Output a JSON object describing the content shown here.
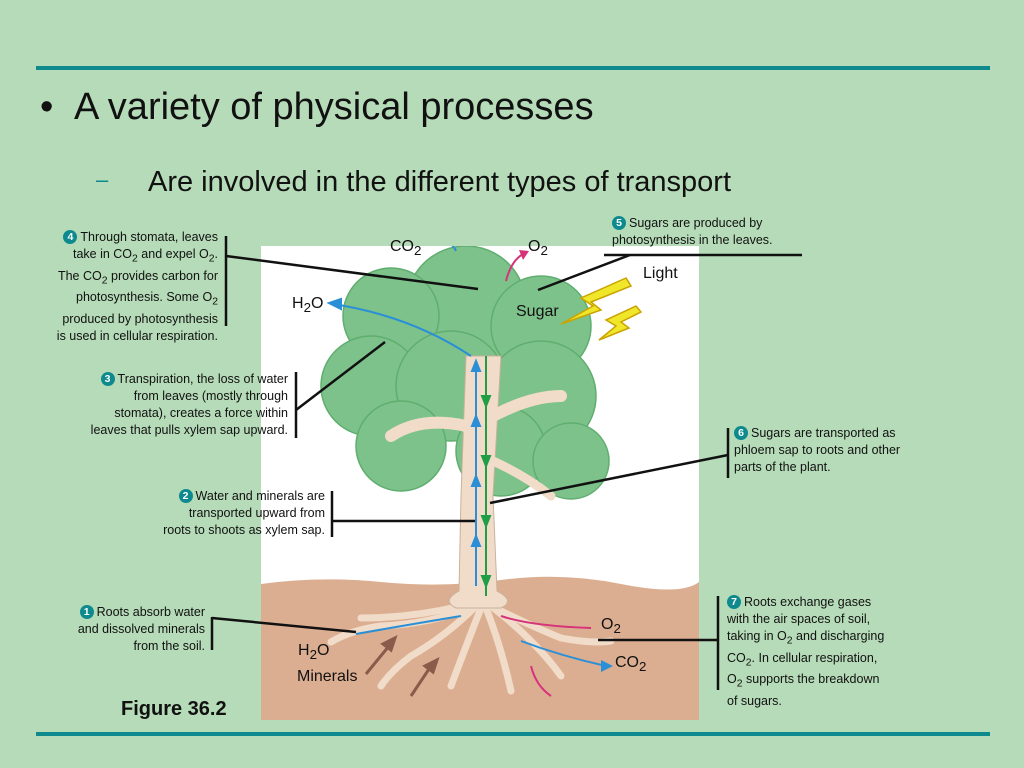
{
  "slide": {
    "bullet": "A variety of physical processes",
    "sub_bullet": "Are involved in the different types of transport",
    "bullet_glyph": "•",
    "sub_glyph": "–",
    "caption": "Figure 36.2"
  },
  "notes": {
    "n1": {
      "num": "1",
      "lines": [
        "Roots absorb water",
        "and dissolved minerals",
        "from the soil."
      ]
    },
    "n2": {
      "num": "2",
      "lines": [
        "Water and minerals are",
        "transported upward from",
        "roots to shoots as xylem sap."
      ]
    },
    "n3": {
      "num": "3",
      "lines": [
        "Transpiration, the loss of water",
        "from leaves (mostly through",
        "stomata), creates a force within",
        "leaves that pulls xylem sap upward."
      ]
    },
    "n4": {
      "num": "4",
      "l1": "Through stomata, leaves",
      "l2a": "take in CO",
      "l2b": "2",
      "l2c": " and expel O",
      "l2d": "2",
      "l2e": ".",
      "l3a": "The CO",
      "l3b": "2",
      "l3c": " provides carbon for",
      "l4": "photosynthesis. Some O",
      "l4s": "2",
      "l5": "produced by photosynthesis",
      "l6": "is used in cellular respiration."
    },
    "n5": {
      "num": "5",
      "lines": [
        "Sugars are produced by",
        "photosynthesis in the leaves."
      ]
    },
    "n6": {
      "num": "6",
      "lines": [
        "Sugars are transported as",
        "phloem sap to roots and other",
        "parts of the plant."
      ]
    },
    "n7": {
      "num": "7",
      "l1": "Roots exchange gases",
      "l2": "with the air spaces of soil,",
      "l3a": "taking in O",
      "l3b": "2",
      "l3c": " and discharging",
      "l4a": "CO",
      "l4b": "2",
      "l4c": ". In cellular respiration,",
      "l5a": "O",
      "l5b": "2",
      "l5c": " supports the breakdown",
      "l6": "of sugars."
    }
  },
  "labels": {
    "co2_top": {
      "main": "CO",
      "sub": "2"
    },
    "o2_top": {
      "main": "O",
      "sub": "2"
    },
    "h2o_top": {
      "a": "H",
      "sub": "2",
      "b": "O"
    },
    "light": "Light",
    "sugar": "Sugar",
    "o2_bottom": {
      "main": "O",
      "sub": "2"
    },
    "co2_bottom": {
      "main": "CO",
      "sub": "2"
    },
    "h2o_bottom": {
      "a": "H",
      "sub": "2",
      "b": "O"
    },
    "minerals": "Minerals"
  },
  "colors": {
    "background": "#b6dbb8",
    "rule": "#0e8a8e",
    "badge": "#0e8a8e",
    "xylem_arrow": "#2a8fd6",
    "phloem_arrow": "#1f9e46",
    "o2_arrow": "#d6337a",
    "light_bolt": "#f0e62a",
    "soil": "#dcae91",
    "foliage": "#7dc28a",
    "trunk": "#f0dcc8"
  }
}
